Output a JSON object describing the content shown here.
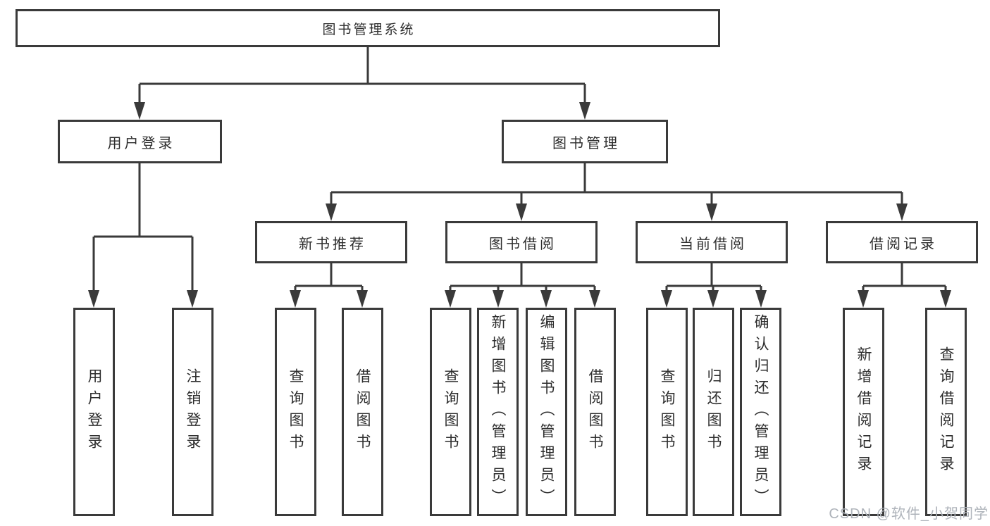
{
  "diagram_title": "图书管理系统",
  "tree": {
    "root": {
      "label": "图书管理系统",
      "children": [
        {
          "label": "用户登录",
          "children": [
            {
              "label": "用户登录"
            },
            {
              "label": "注销登录"
            }
          ]
        },
        {
          "label": "图书管理",
          "children": [
            {
              "label": "新书推荐",
              "children": [
                {
                  "label": "查询图书"
                },
                {
                  "label": "借阅图书"
                }
              ]
            },
            {
              "label": "图书借阅",
              "children": [
                {
                  "label": "查询图书"
                },
                {
                  "label": "新增图书（管理员）"
                },
                {
                  "label": "编辑图书（管理员）"
                },
                {
                  "label": "借阅图书"
                }
              ]
            },
            {
              "label": "当前借阅",
              "children": [
                {
                  "label": "查询图书"
                },
                {
                  "label": "归还图书"
                },
                {
                  "label": "确认归还（管理员）"
                }
              ]
            },
            {
              "label": "借阅记录",
              "children": [
                {
                  "label": "新增借阅记录"
                },
                {
                  "label": "查询借阅记录"
                }
              ]
            }
          ]
        }
      ]
    }
  },
  "watermark": {
    "text": "CSDN @软件_小贺同学"
  },
  "colors": {
    "line": "#3a3a3a",
    "text": "#2d2d2d",
    "background": "#ffffff",
    "watermark": "#aeb3ba"
  }
}
